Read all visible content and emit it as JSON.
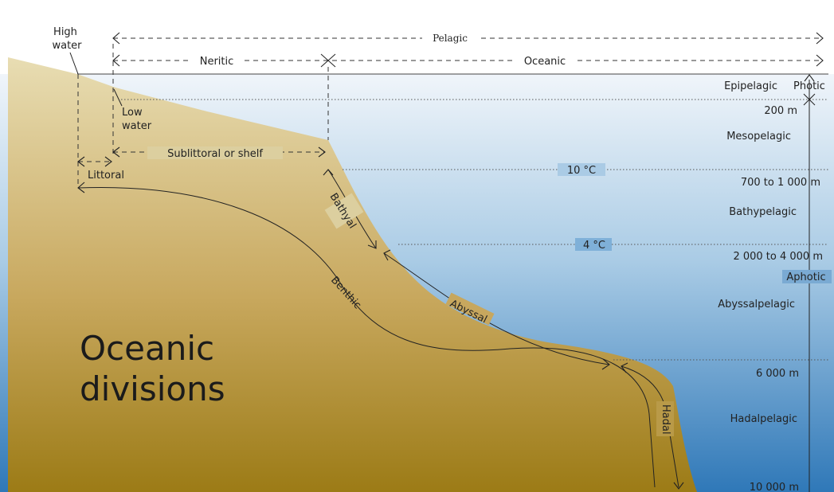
{
  "title_line1": "Oceanic",
  "title_line2": "divisions",
  "shore": {
    "high_water": [
      "High",
      "water"
    ],
    "low_water": [
      "Low",
      "water"
    ],
    "littoral": "Littoral",
    "sublittoral": "Sublittoral or shelf"
  },
  "horizontal_zones": {
    "pelagic": "Pelagic",
    "neritic": "Neritic",
    "oceanic": "Oceanic"
  },
  "pelagic_layers": [
    "Epipelagic",
    "Mesopelagic",
    "Bathypelagic",
    "Abyssalpelagic",
    "Hadalpelagic"
  ],
  "depths": {
    "d200": "200 m",
    "d700": "700 to 1 000 m",
    "d2000": "2 000 to 4 000 m",
    "d6000": "6 000 m",
    "d10000": "10 000 m"
  },
  "temperatures": {
    "t10": "10 °C",
    "t4": "4 °C"
  },
  "light_zones": {
    "photic": "Photic",
    "aphotic": "Aphotic"
  },
  "benthic_zones": {
    "bathyal": "Bathyal",
    "abyssal": "Abyssal",
    "hadal": "Hadal",
    "benthic": "Benthic"
  },
  "colors": {
    "sea_top": "#eef3f9",
    "sea_bottom": "#2f78b8",
    "land_top": "#e8dcb0",
    "land_bottom": "#9e7d18",
    "line": "#222222"
  }
}
